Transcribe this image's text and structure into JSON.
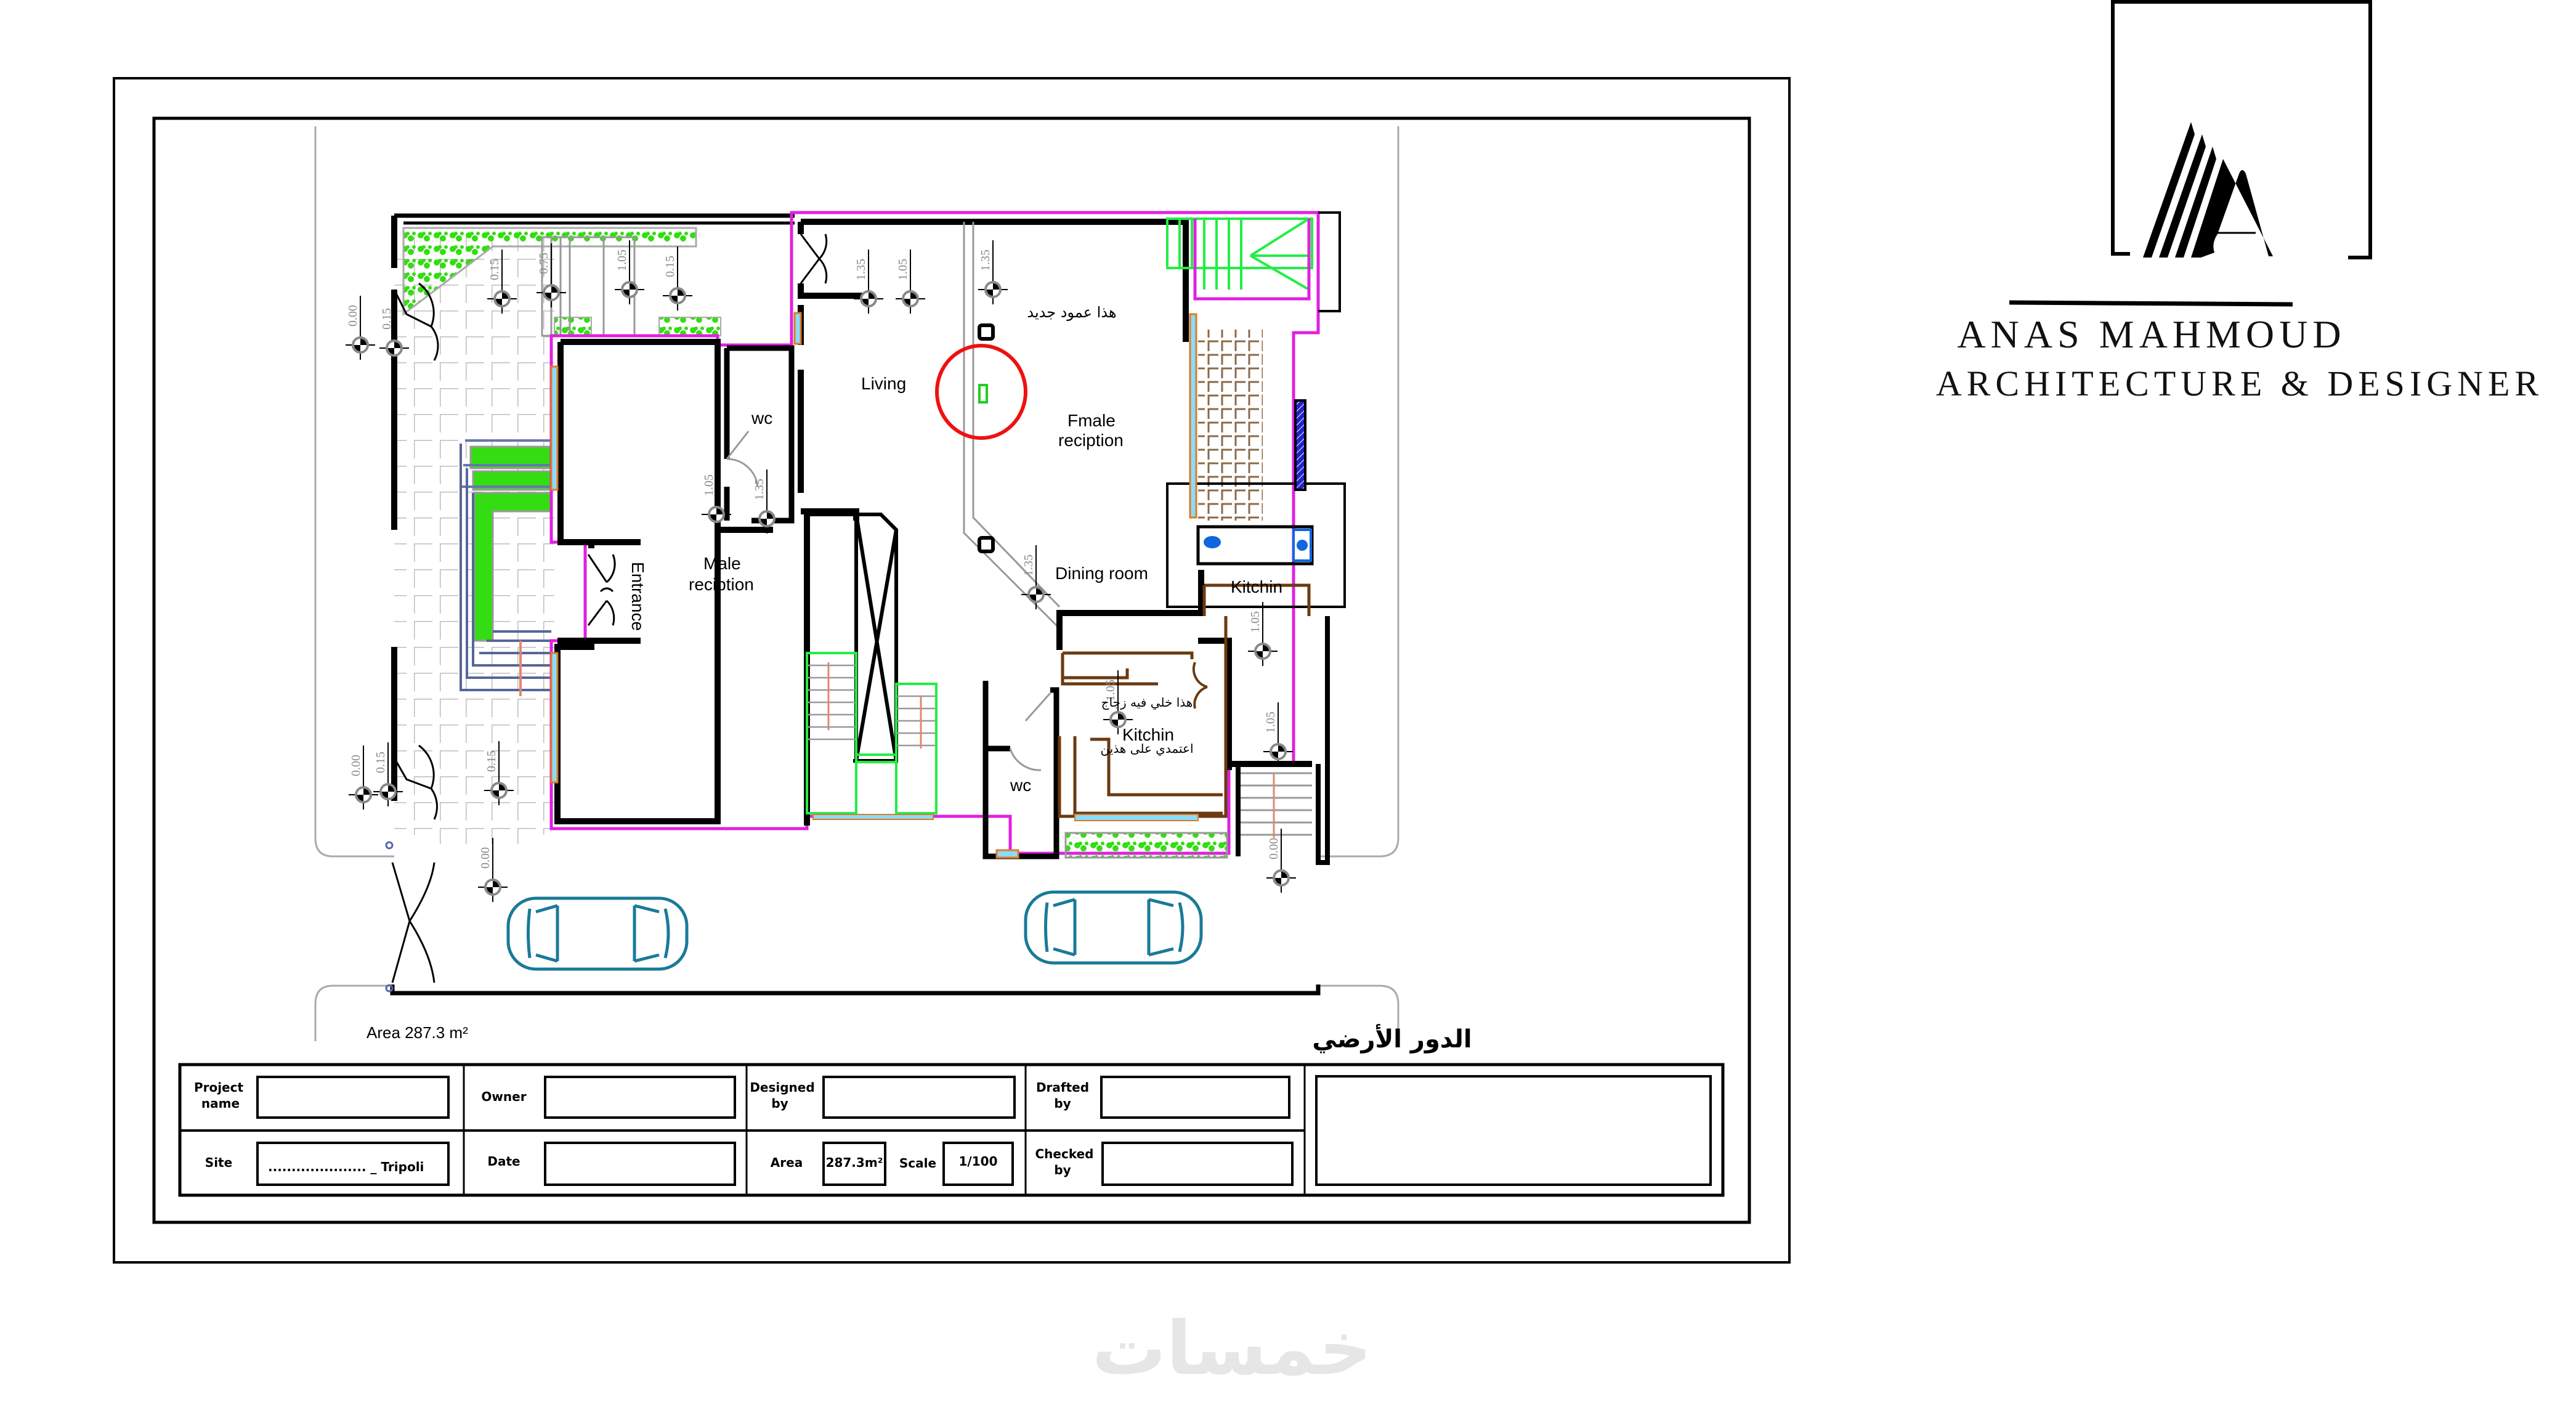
{
  "brand": {
    "name": "ANAS  MAHMOUD",
    "tagline": "ARCHITECTURE & DESIGNER",
    "logo_letter": "A"
  },
  "plan": {
    "title_ar": "الدور الأرضي",
    "area_label": "Area 287.3 m²",
    "rooms": {
      "living": "Living",
      "female_reception_1": "Fmale",
      "female_reception_2": "reciption",
      "male_reception_1": "Male",
      "male_reception_2": "reciption",
      "entrance": "Entrance",
      "dining": "Dining room",
      "kitchen_main": "Kitchin",
      "kitchen_small": "Kitchin",
      "wc_1": "wc",
      "wc_2": "wc"
    },
    "notes": {
      "female_note": "هذا عمود جديد",
      "kitchen_note_top": "هذا خلي فيه زجاج",
      "kitchen_note_bottom": "اعتمدي على هذين"
    },
    "elevations": [
      "0.00",
      "0.15",
      "0.15",
      "0.75",
      "1.05",
      "1.05",
      "1.35",
      "1.35",
      "1.05",
      "1.35",
      "1.35",
      "1.05",
      "1.05",
      "1.05",
      "0.15",
      "0.15",
      "0.00",
      "0.15",
      "0.00",
      "0.00"
    ],
    "colors": {
      "wall": "#000000",
      "boundary": "#e020e0",
      "planting": "#33dd11",
      "stair": "#22ee44",
      "window_glass": "#88ddff",
      "window_frame": "#e07a20",
      "kitchen_fixture": "#6b3a10",
      "car": "#1a7a99",
      "marker_circle": "#ee1111",
      "arrow": "#e08870",
      "tile": "#bbbbbb",
      "tile_brown": "#8b6a4a",
      "sanitary": "#1166dd",
      "rail_hatch": "#2222cc"
    }
  },
  "title_block": {
    "project_name_label": "Project name",
    "project_name_value": "",
    "owner_label": "Owner",
    "owner_value": "",
    "designed_by_label": "Designed by",
    "designed_by_value": "",
    "drafted_by_label": "Drafted by",
    "drafted_by_value": "",
    "site_label": "Site",
    "site_value": "..................... _ Tripoli",
    "date_label": "Date",
    "date_value": "",
    "area_label": "Area",
    "area_value": "287.3m²",
    "scale_label": "Scale",
    "scale_value": "1/100",
    "checked_by_label": "Checked by",
    "checked_by_value": ""
  },
  "watermark": "خمسات"
}
